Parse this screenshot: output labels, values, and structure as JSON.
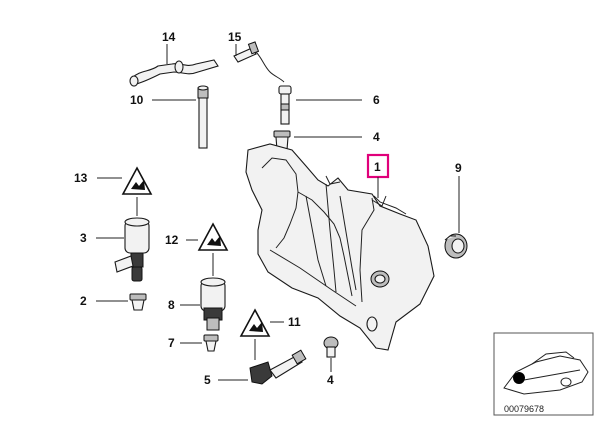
{
  "callouts": {
    "c1": "1",
    "c2": "2",
    "c3": "3",
    "c4a": "4",
    "c4b": "4",
    "c5": "5",
    "c6": "6",
    "c7": "7",
    "c8": "8",
    "c9": "9",
    "c10": "10",
    "c11": "11",
    "c12": "12",
    "c13": "13",
    "c14": "14",
    "c15": "15"
  },
  "highlighted_callout": "1",
  "diagram_code": "00079678",
  "colors": {
    "highlight": "#e0007a",
    "line": "#222222"
  },
  "icons": [
    "warning-triangle-icon",
    "car-locator-icon"
  ]
}
